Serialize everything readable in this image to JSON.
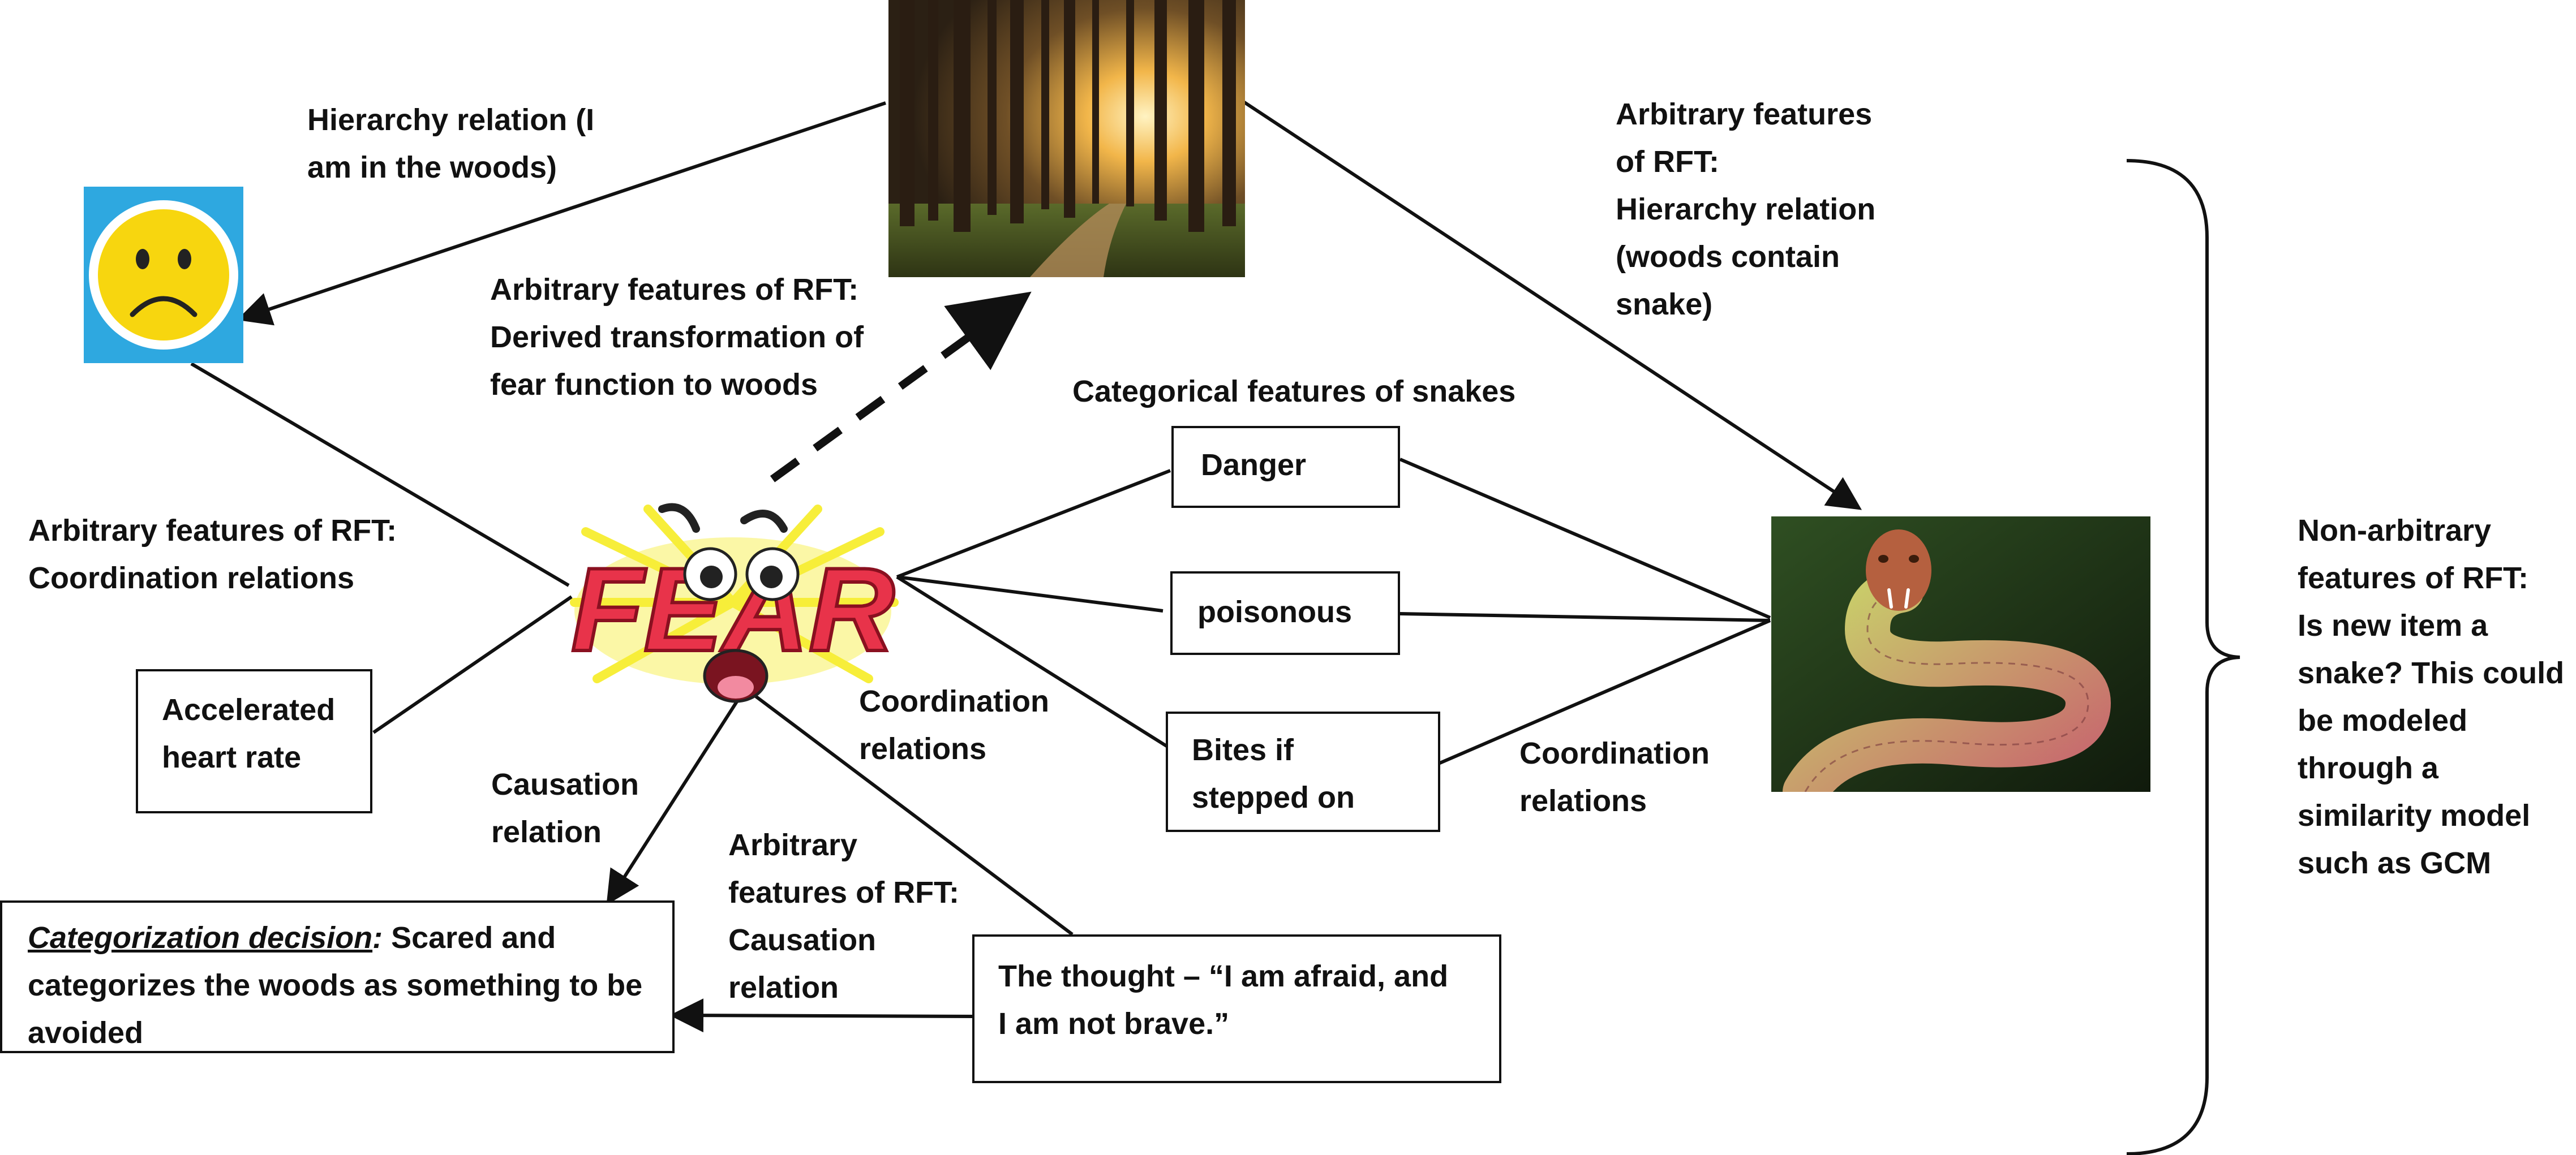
{
  "diagram": {
    "labels": {
      "hierarchy_i_in_woods": "Hierarchy relation (I\nam in the woods)",
      "derived_transformation": "Arbitrary features of RFT:\nDerived transformation of\nfear function to woods",
      "woods_contain_snake": "Arbitrary features\nof RFT:\nHierarchy relation\n(woods contain\nsnake)",
      "categorical_features": "Categorical features of snakes",
      "coordination_left": "Arbitrary features of RFT:\nCoordination relations",
      "coordination_mid": "Coordination\nrelations",
      "coordination_right": "Coordination\nrelations",
      "causation": "Causation\nrelation",
      "arbitrary_causation": "Arbitrary\nfeatures of RFT:\nCausation\nrelation",
      "non_arbitrary": "Non-arbitrary\nfeatures of RFT:\nIs new item a\nsnake?  This could\nbe modeled\nthrough a\nsimilarity model\nsuch as GCM"
    },
    "boxes": {
      "danger": "Danger",
      "poisonous": "poisonous",
      "bites": "Bites if\nstepped on",
      "heart_rate": "Accelerated\nheart rate",
      "decision_label": "Categorization decision",
      "decision_colon": ":",
      "decision_rest": " Scared and categorizes the woods as something to be avoided",
      "thought": "The thought – “I am afraid, and\nI am not brave.”"
    },
    "fear_word": "FEAR",
    "icons": {
      "sad_face": "sad-face-icon",
      "woods": "forest-image",
      "snake": "snake-image",
      "fear": "fear-clipart"
    },
    "colors": {
      "sad_bg": "#2ea8e0",
      "sad_face": "#f7d60f",
      "fear_text": "#e8334a",
      "fear_burst": "#f7ee3a",
      "line": "#111111"
    }
  }
}
